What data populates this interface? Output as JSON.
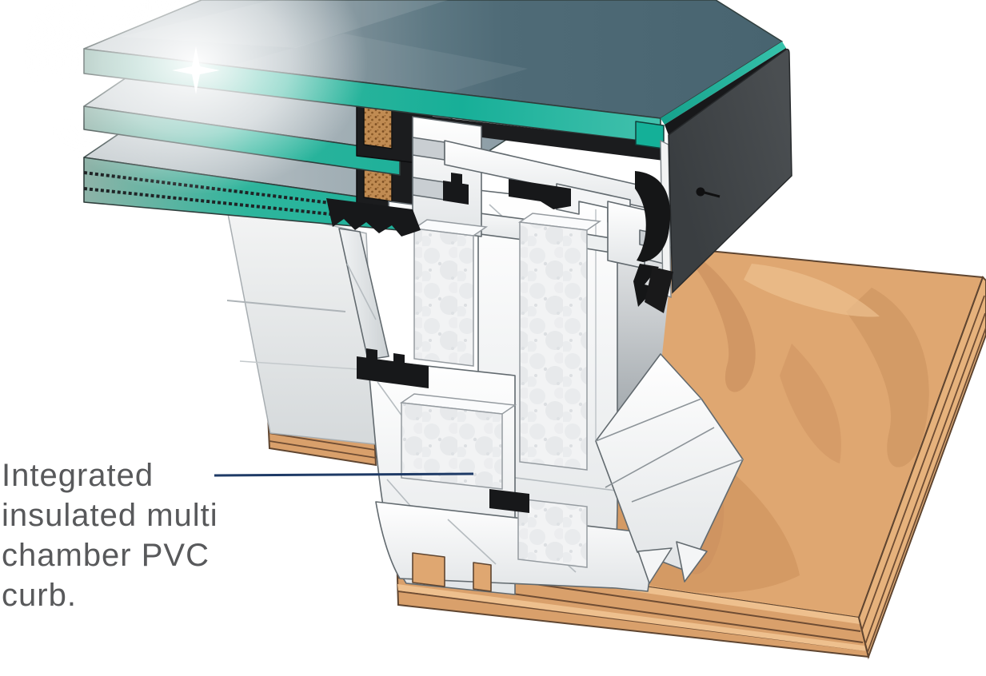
{
  "caption": {
    "full_text": "Integrated insulated multi chamber PVC curb.",
    "lines": [
      "Integrated",
      "insulated multi",
      "chamber PVC",
      "curb."
    ]
  },
  "leader_line": {
    "color": "#1e3a66"
  },
  "palette": {
    "background": "#ffffff",
    "glass_edge_teal": "#1bb29a",
    "glass_top_slate": "#4e6a76",
    "glass_top_light": "#b9c3c8",
    "spacer_beads_tan": "#c08b52",
    "seal_black": "#1b1c1e",
    "flashing_charcoal": "#3f4347",
    "profile_white": "#f7f9fa",
    "profile_shadow": "#c9ced2",
    "foam_white": "#f2f3f4",
    "inner_shadow_gray": "#9fa6aa",
    "wood_tan": "#dfa771",
    "wood_grain": "#c78e5c",
    "wood_lamination_dark": "#7a5436",
    "caption_text": "#58595b"
  }
}
